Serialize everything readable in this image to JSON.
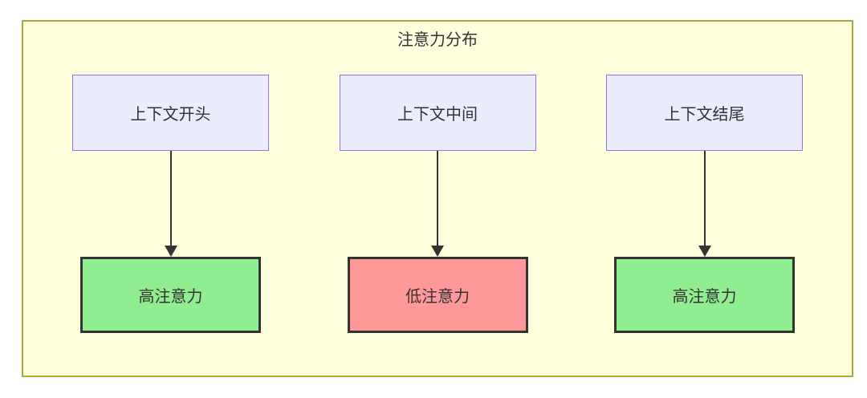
{
  "diagram": {
    "title": "注意力分布",
    "colors": {
      "container_bg": "#ffffde",
      "container_border": "#aaaa33",
      "source_node_bg": "#ececff",
      "source_node_border": "#9370db",
      "high_attention_bg": "#90ee90",
      "low_attention_bg": "#ff9999",
      "attention_node_border": "#333333",
      "text": "#333333",
      "arrow": "#333333"
    },
    "columns": [
      {
        "source": "上下文开头",
        "target": "高注意力",
        "attention": "high"
      },
      {
        "source": "上下文中间",
        "target": "低注意力",
        "attention": "low"
      },
      {
        "source": "上下文结尾",
        "target": "高注意力",
        "attention": "high"
      }
    ]
  }
}
